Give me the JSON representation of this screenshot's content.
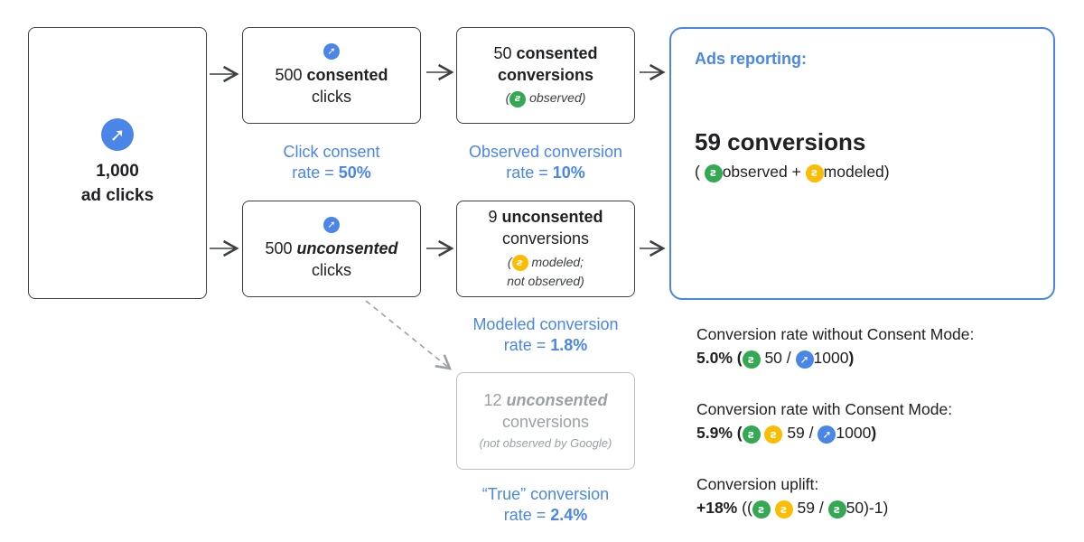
{
  "clicks_box": {
    "count": "1,000",
    "label": "ad clicks"
  },
  "consented_clicks": {
    "count": "500",
    "strong": "consented",
    "tail": "clicks"
  },
  "unconsented_clicks": {
    "count": "500",
    "strong": "unconsented",
    "tail": "clicks"
  },
  "consented_conv": {
    "count": "50",
    "strong": "consented",
    "line2": "conversions",
    "note_open": "(",
    "note": "observed)"
  },
  "unconsented_conv": {
    "count": "9",
    "strong": "unconsented",
    "line2": "conversions",
    "note_open": "(",
    "note": "modeled;",
    "note2": "not observed)"
  },
  "true_conv": {
    "count": "12",
    "strong": "unconsented",
    "line2": "conversions",
    "note": "(not observed by Google)"
  },
  "labels": {
    "click_consent_1": "Click consent",
    "click_consent_2": "rate = ",
    "click_consent_val": "50%",
    "observed_1": "Observed conversion",
    "observed_2": "rate = ",
    "observed_val": "10%",
    "modeled_1": "Modeled conversion",
    "modeled_2": "rate = ",
    "modeled_val": "1.8%",
    "true_1": "“True” conversion",
    "true_2": "rate = ",
    "true_val": "2.4%"
  },
  "ads_reporting": {
    "title": "Ads reporting:",
    "headline": "59 conversions",
    "sub_open": "(",
    "sub_observed": "observed +",
    "sub_modeled": "modeled)"
  },
  "stats": {
    "without_title": "Conversion rate without Consent Mode:",
    "without_value": "5.0% (",
    "without_num": "50 /",
    "without_den": "1000",
    "without_close": ")",
    "with_title": "Conversion rate with Consent Mode:",
    "with_value": "5.9% (",
    "with_num": "59 /",
    "with_den": "1000",
    "with_close": ")",
    "uplift_title": "Conversion uplift:",
    "uplift_value": "+18%",
    "uplift_open": "((",
    "uplift_num": "59 /",
    "uplift_den": "50)-1)"
  },
  "icons": {
    "click": "cursor-click-icon",
    "observed": "observed-conversion-icon",
    "modeled": "modeled-conversion-icon"
  },
  "colors": {
    "accent_blue": "#4a86e8",
    "observed_green": "#34a853",
    "modeled_yellow": "#fbbc04",
    "ghost_gray": "#9aa0a6"
  }
}
